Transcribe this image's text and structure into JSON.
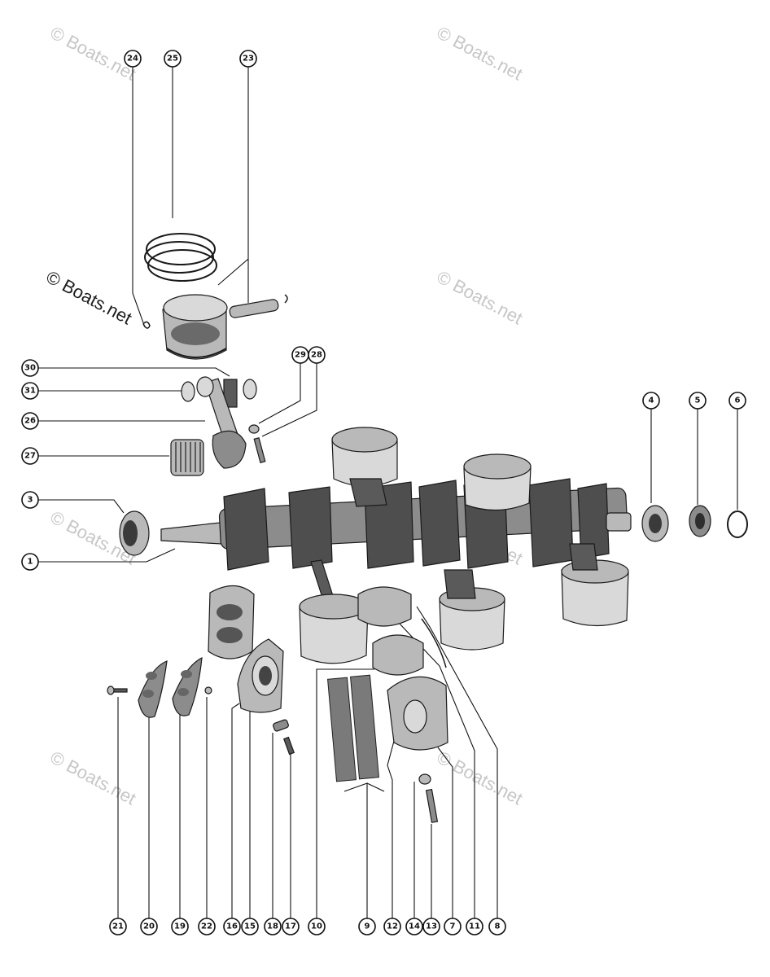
{
  "watermarks": [
    {
      "text": "© Boats.net",
      "style": "light"
    },
    {
      "text": "© Boats.net",
      "style": "light"
    },
    {
      "text": "© Boats.net",
      "style": "dark"
    },
    {
      "text": "© Boats.net",
      "style": "light"
    },
    {
      "text": "© Boats.net",
      "style": "light"
    },
    {
      "text": "© Boats.net",
      "style": "light"
    },
    {
      "text": "© Boats.net",
      "style": "light"
    },
    {
      "text": "© Boats.net",
      "style": "light"
    }
  ],
  "callouts": [
    "24",
    "25",
    "23",
    "30",
    "31",
    "29",
    "28",
    "26",
    "27",
    "4",
    "5",
    "6",
    "3",
    "1",
    "21",
    "20",
    "19",
    "22",
    "16",
    "15",
    "18",
    "17",
    "10",
    "9",
    "12",
    "14",
    "13",
    "7",
    "11",
    "8"
  ]
}
